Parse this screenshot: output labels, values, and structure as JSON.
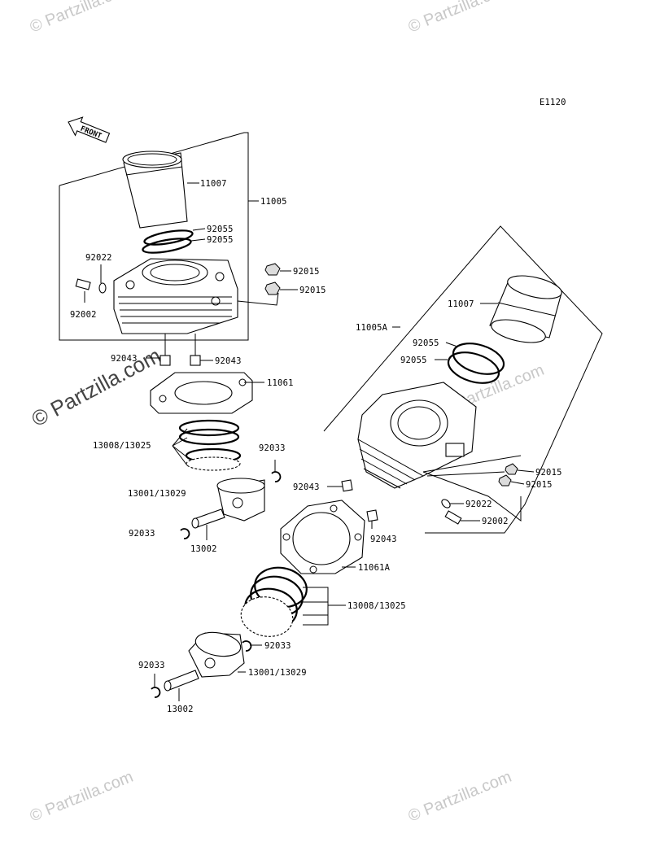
{
  "diagram": {
    "code": "E1120",
    "front_label": "FRONT",
    "watermarks": [
      "© Partzilla.com",
      "© Partzilla.com",
      "© Partzilla.com",
      "© Partzilla.com",
      "© Partzilla.com",
      "© Partzilla.com"
    ],
    "labels": {
      "l_11007_a": "11007",
      "l_11005": "11005",
      "l_92055_a1": "92055",
      "l_92055_a2": "92055",
      "l_92022_a": "92022",
      "l_92002_a": "92002",
      "l_92015_a1": "92015",
      "l_92015_a2": "92015",
      "l_92043_a1": "92043",
      "l_92043_a2": "92043",
      "l_11061": "11061",
      "l_13008_a": "13008/13025",
      "l_92033_a1": "92033",
      "l_13001_a": "13001/13029",
      "l_92033_a2": "92033",
      "l_13002_a": "13002",
      "l_11007_b": "11007",
      "l_11005a": "11005A",
      "l_92055_b1": "92055",
      "l_92055_b2": "92055",
      "l_92015_b1": "92015",
      "l_92015_b2": "92015",
      "l_92043_b1": "92043",
      "l_92022_b": "92022",
      "l_92002_b": "92002",
      "l_92043_b2": "92043",
      "l_11061a": "11061A",
      "l_13008_b": "13008/13025",
      "l_92033_b1": "92033",
      "l_92033_b2": "92033",
      "l_13001_b": "13001/13029",
      "l_13002_b": "13002"
    }
  }
}
